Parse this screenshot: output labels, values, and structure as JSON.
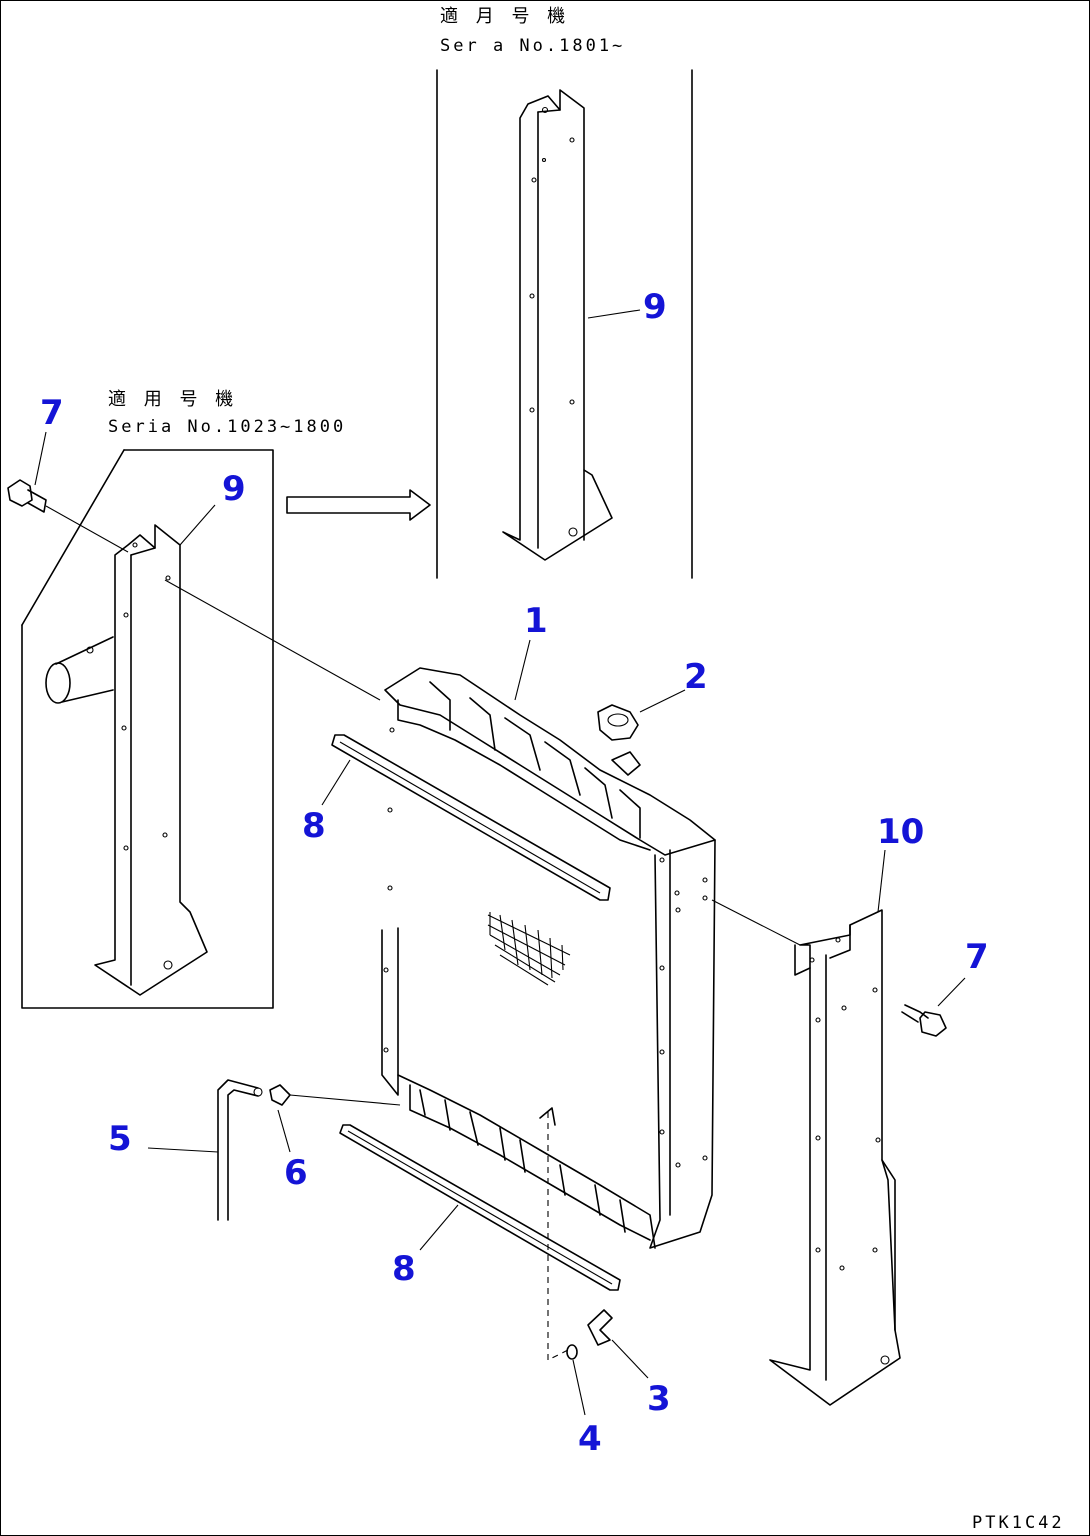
{
  "serial_notes": {
    "upper": {
      "jp": "適 月 号 機",
      "en": "Ser a  No.1801~"
    },
    "left": {
      "jp": "適 用 号 機",
      "en": "Seria  No.1023~1800"
    }
  },
  "callouts": {
    "c1": "1",
    "c2": "2",
    "c3": "3",
    "c4": "4",
    "c5": "5",
    "c6": "6",
    "c7a": "7",
    "c7b": "7",
    "c8a": "8",
    "c8b": "8",
    "c9a": "9",
    "c9b": "9",
    "c10": "10"
  },
  "drawing_code": "PTK1C42"
}
